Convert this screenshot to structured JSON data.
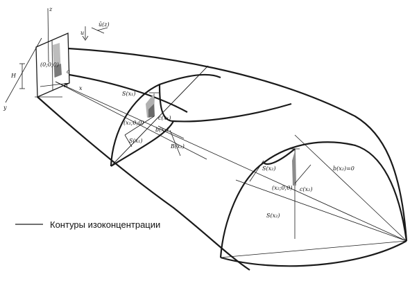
{
  "legend": {
    "text": "Контуры изоконцентрации"
  },
  "axes": {
    "z": "z",
    "y": "y",
    "x": "x",
    "H": "H",
    "u": "u",
    "wind": "ū(z)"
  },
  "source": {
    "origin": "(0;0;0)",
    "c0": "c",
    "B0": "B"
  },
  "section1": {
    "S": "S(x₁)",
    "c": "c(x₁)",
    "b": "b(x₁)",
    "Sy": "S(x₁)",
    "origin": "(x₁;0;0)",
    "B": "B(x₁)"
  },
  "section2": {
    "S": "S(x₂)",
    "b": "b(x₂)=0",
    "origin": "(x₂;0;0)",
    "c": "c(x₂)",
    "Sy": "S(x₂)"
  }
}
